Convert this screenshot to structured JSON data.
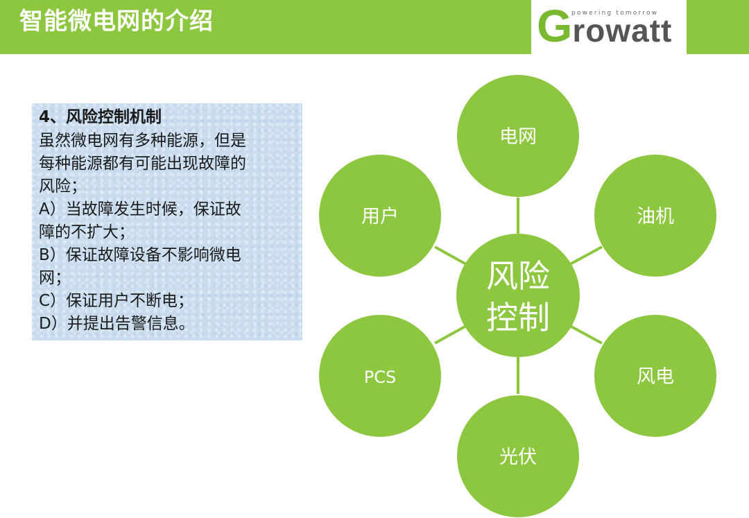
{
  "header": {
    "title": "智能微电网的介绍",
    "logo_tagline": "powering tomorrow",
    "logo_initial": "G",
    "logo_rest": "rowatt"
  },
  "panel": {
    "heading": "4、风险控制机制",
    "lines": [
      "虽然微电网有多种能源，但是",
      "每种能源都有可能出现故障的",
      "风险；",
      "A）当故障发生时候，保证故",
      "障的不扩大；",
      "B）保证故障设备不影响微电",
      "网；",
      "C）保证用户不断电；",
      "D）并提出告警信息。"
    ]
  },
  "diagram": {
    "center_lines": [
      "风险",
      "控制"
    ],
    "nodes": [
      "电网",
      "油机",
      "风电",
      "光伏",
      "PCS",
      "用户"
    ]
  },
  "colors": {
    "header_green": "#8dc63f",
    "node_green": "#8dc63f",
    "panel_blue": "#c9dcee"
  }
}
